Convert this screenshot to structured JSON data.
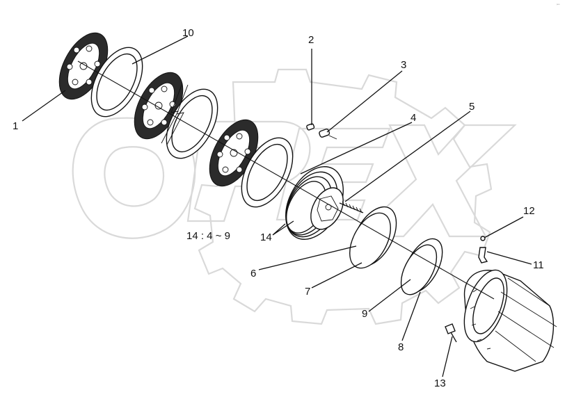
{
  "corner_mark": "ᵖᵉᵒ",
  "watermark": {
    "letters": "OPEX",
    "stroke_color": "#d9d9d9"
  },
  "callouts": [
    {
      "id": "1",
      "text": "1"
    },
    {
      "id": "2",
      "text": "2"
    },
    {
      "id": "3",
      "text": "3"
    },
    {
      "id": "4",
      "text": "4"
    },
    {
      "id": "5",
      "text": "5"
    },
    {
      "id": "6",
      "text": "6"
    },
    {
      "id": "7",
      "text": "7"
    },
    {
      "id": "8",
      "text": "8"
    },
    {
      "id": "9",
      "text": "9"
    },
    {
      "id": "10",
      "text": "10"
    },
    {
      "id": "11",
      "text": "11"
    },
    {
      "id": "12",
      "text": "12"
    },
    {
      "id": "13",
      "text": "13"
    },
    {
      "id": "14a",
      "text": "14"
    }
  ],
  "range_note": "14 : 4 ~ 9",
  "colors": {
    "line": "#111111",
    "friction_fill": "#2b2b2b",
    "background": "#ffffff"
  }
}
